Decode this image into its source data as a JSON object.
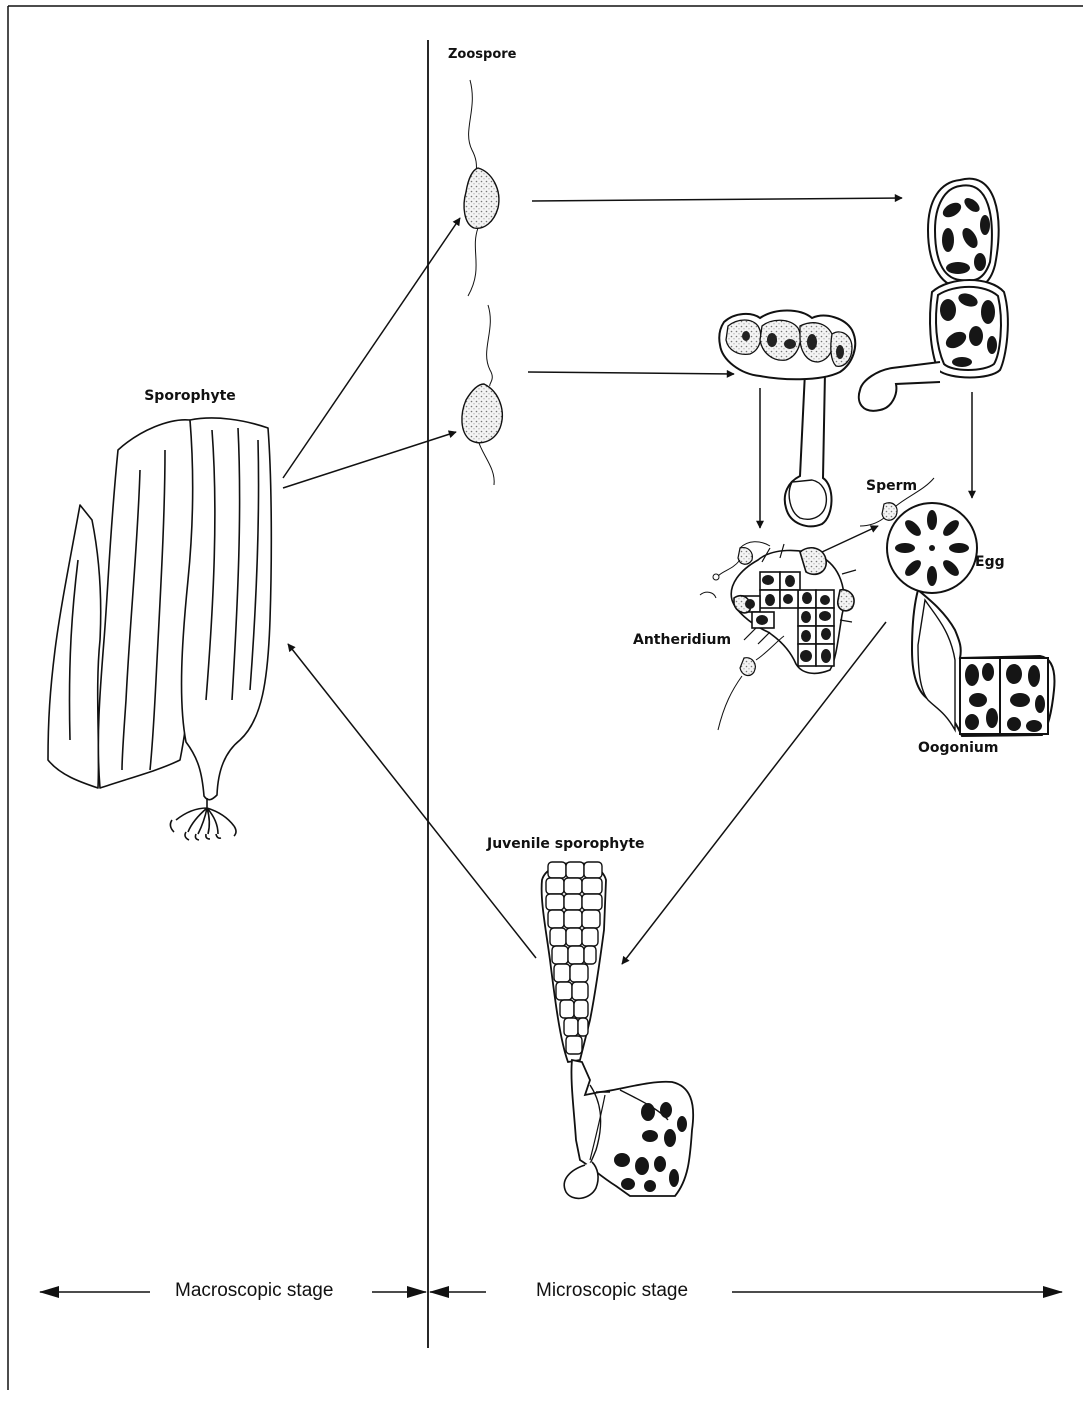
{
  "labels": {
    "zoospore": "Zoospore",
    "sporophyte": "Sporophyte",
    "sperm": "Sperm",
    "egg": "Egg",
    "antheridium": "Antheridium",
    "oogonium": "Oogonium",
    "juvenile_sporophyte": "Juvenile sporophyte"
  },
  "stages": {
    "macroscopic": "Macroscopic stage",
    "microscopic": "Microscopic stage"
  },
  "colors": {
    "ink": "#111111",
    "stipple": "#cfcfcf",
    "dark_cell": "#151515",
    "background": "#ffffff"
  }
}
